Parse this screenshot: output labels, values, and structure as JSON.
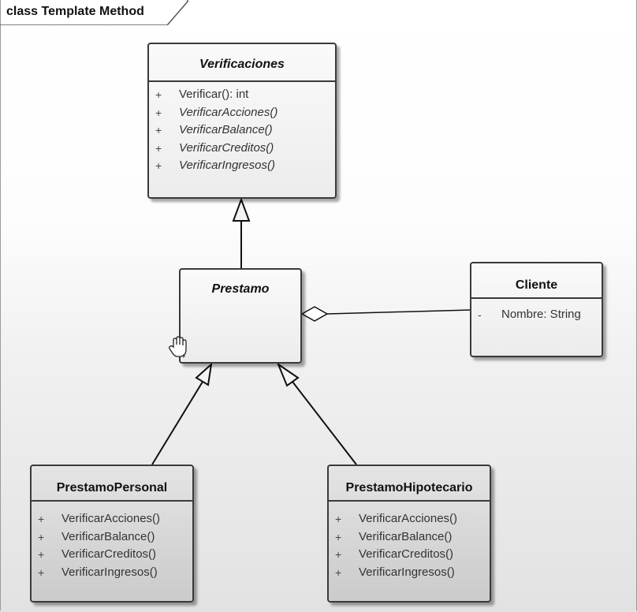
{
  "diagram": {
    "title": "class Template Method",
    "classes": {
      "verificaciones": {
        "name": "Verificaciones",
        "members": [
          {
            "vis": "+",
            "sig": "Verificar(): int",
            "italic": false
          },
          {
            "vis": "+",
            "sig": "VerificarAcciones()",
            "italic": true
          },
          {
            "vis": "+",
            "sig": "VerificarBalance()",
            "italic": true
          },
          {
            "vis": "+",
            "sig": "VerificarCreditos()",
            "italic": true
          },
          {
            "vis": "+",
            "sig": "VerificarIngresos()",
            "italic": true
          }
        ]
      },
      "prestamo": {
        "name": "Prestamo"
      },
      "cliente": {
        "name": "Cliente",
        "members": [
          {
            "vis": "-",
            "sig": "Nombre: String",
            "italic": false
          }
        ]
      },
      "prestamo_personal": {
        "name": "PrestamoPersonal",
        "members": [
          {
            "vis": "+",
            "sig": "VerificarAcciones()",
            "italic": false
          },
          {
            "vis": "+",
            "sig": "VerificarBalance()",
            "italic": false
          },
          {
            "vis": "+",
            "sig": "VerificarCreditos()",
            "italic": false
          },
          {
            "vis": "+",
            "sig": "VerificarIngresos()",
            "italic": false
          }
        ]
      },
      "prestamo_hipotecario": {
        "name": "PrestamoHipotecario",
        "members": [
          {
            "vis": "+",
            "sig": "VerificarAcciones()",
            "italic": false
          },
          {
            "vis": "+",
            "sig": "VerificarBalance()",
            "italic": false
          },
          {
            "vis": "+",
            "sig": "VerificarCreditos()",
            "italic": false
          },
          {
            "vis": "+",
            "sig": "VerificarIngresos()",
            "italic": false
          }
        ]
      }
    }
  }
}
